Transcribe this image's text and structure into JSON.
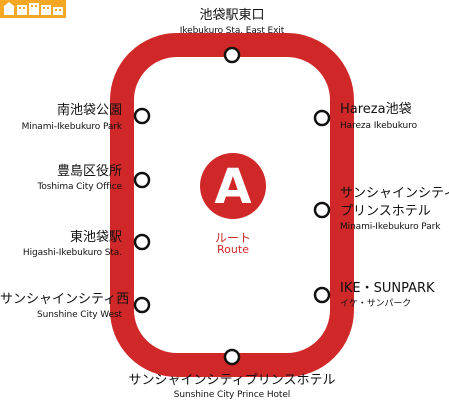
{
  "header": {
    "logo_icon": "bus-route-logo-icon",
    "accent": "#f5a623"
  },
  "route": {
    "letter": "A",
    "name_jp": "ルート",
    "name_en": "Route",
    "line_color": "#d02828",
    "direction": "clockwise"
  },
  "stops": [
    {
      "id": "ikebukuro-east",
      "jp": "池袋駅東口",
      "en": "Ikebukuro Sta. East Exit"
    },
    {
      "id": "hareza",
      "jp": "Hareza池袋",
      "en": "Hareza Ikebukuro"
    },
    {
      "id": "sunshine-prince-right",
      "jp_line1": "サンシャインシティ",
      "jp_line2": "プリンスホテル",
      "en": "Minami-Ikebukuro Park"
    },
    {
      "id": "ike-sunpark",
      "jp": "IKE・SUNPARK",
      "en": "イケ・サンパーク"
    },
    {
      "id": "sunshine-prince-bottom",
      "jp": "サンシャインシティプリンスホテル",
      "en": "Sunshine City Prince Hotel"
    },
    {
      "id": "sunshine-west",
      "jp": "サンシャインシティ西",
      "en": "Sunshine City West"
    },
    {
      "id": "higashi-ikebukuro",
      "jp": "東池袋駅",
      "en": "Higashi-Ikebukuro Sta."
    },
    {
      "id": "toshima-office",
      "jp": "豊島区役所",
      "en": "Toshima City Office"
    },
    {
      "id": "minami-ikebukuro-park",
      "jp": "南池袋公園",
      "en": "Minami-Ikebukuro Park"
    }
  ]
}
